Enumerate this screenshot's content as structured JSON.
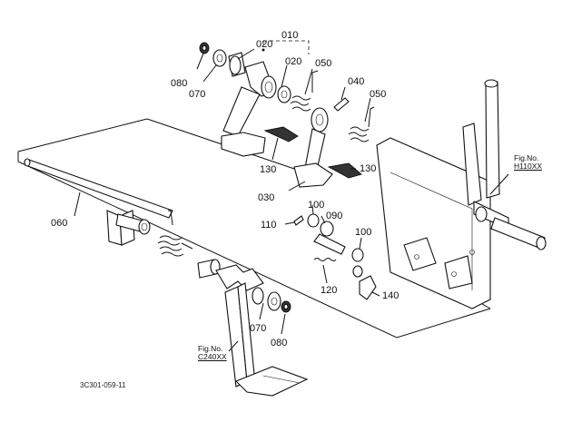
{
  "diagram": {
    "callouts": {
      "p010": "010",
      "p020a": "020",
      "p020b": "020",
      "p050a": "050",
      "p050b": "050",
      "p040": "040",
      "p080a": "080",
      "p070a": "070",
      "p130a": "130",
      "p130b": "130",
      "p030": "030",
      "p060": "060",
      "p100a": "100",
      "p090": "090",
      "p110": "110",
      "p100b": "100",
      "p120": "120",
      "p140": "140",
      "p070b": "070",
      "p080b": "080"
    },
    "fig_refs": {
      "ref1_prefix": "Fig.No.",
      "ref1_code": "H110XX",
      "ref2_prefix": "Fig.No.",
      "ref2_code": "C240XX"
    },
    "doc_id": "3C301-059-11"
  }
}
